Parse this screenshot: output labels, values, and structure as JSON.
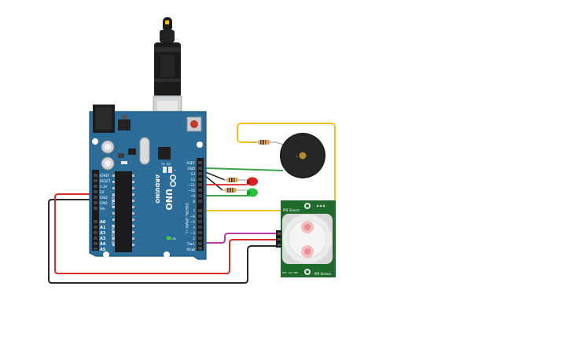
{
  "board": {
    "name": "Arduino Uno",
    "brand_label": "ARDUINO",
    "model_label": "UNO",
    "left_header_labels": [
      "IOREF",
      "RESET",
      "3.3V",
      "5V",
      "GND",
      "GND",
      "Vin"
    ],
    "power_label": "POWER",
    "analog_label": "ANALOG IN",
    "analog_pins": [
      "A0",
      "A1",
      "A2",
      "A3",
      "A4",
      "A5"
    ],
    "right_header_labels": [
      "AREF",
      "GND",
      "13",
      "12",
      "~11",
      "~10",
      "~9",
      "8",
      "7",
      "~6",
      "~5",
      "4",
      "~3",
      "2",
      "TX▸1",
      "RX◂0"
    ],
    "digital_label": "DIGITAL (PWM ~)",
    "tx_label": "TX",
    "rx_label": "RX",
    "on_label": "ON",
    "led_l_label": "L"
  },
  "pir": {
    "name": "PIR Sensor",
    "top_label": "PIR Sensor",
    "bottom_label": "PIR Sensor",
    "mini_label": "OUT  +5V  GND"
  },
  "colors": {
    "board": "#2b6c99",
    "board_edge": "#1f5577",
    "pir_board": "#1f6b2d",
    "wire_red": "#d42a2a",
    "wire_black": "#2a2a2a",
    "wire_green": "#3aa34a",
    "wire_yellow": "#f0c419",
    "wire_magenta": "#b63aa0",
    "led_red": "#d62020",
    "led_green": "#27c13a"
  }
}
